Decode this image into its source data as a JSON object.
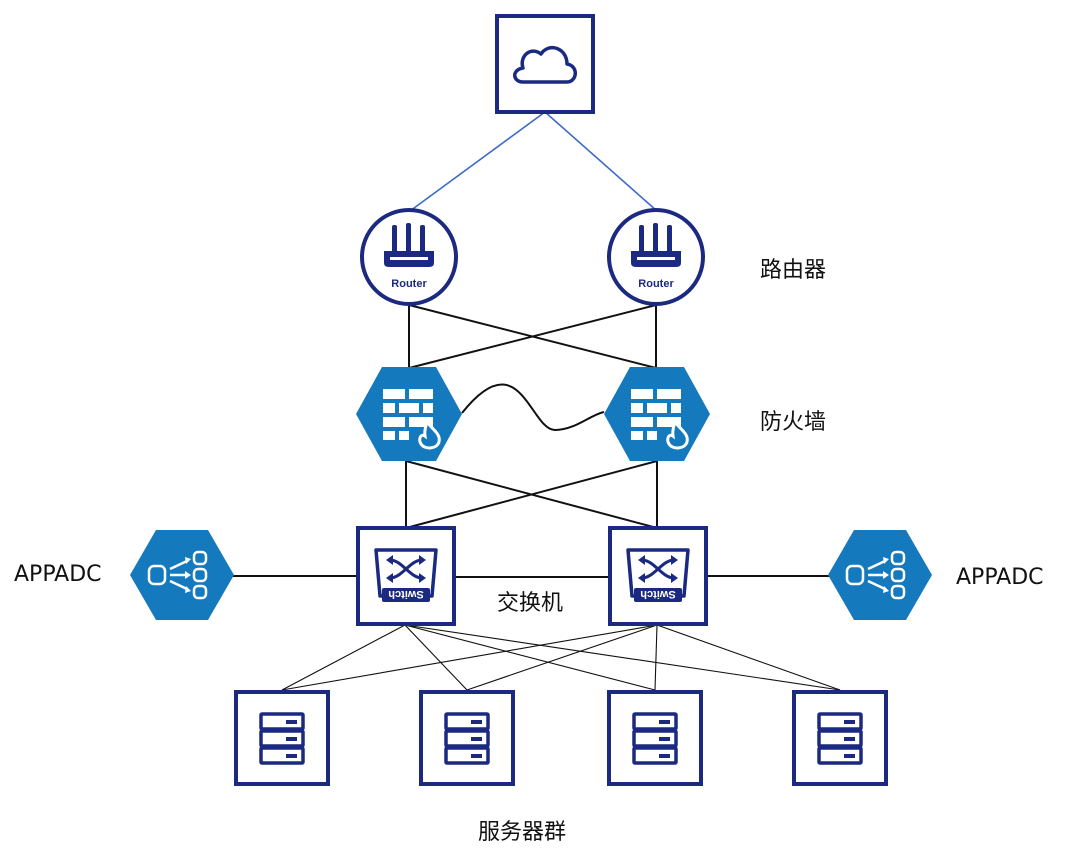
{
  "colors": {
    "navy": "#1b2a80",
    "hex_blue": "#1479bd",
    "cloud_link": "#3c6ac8",
    "line": "#111111"
  },
  "labels": {
    "router": "路由器",
    "firewall": "防火墙",
    "switch": "交换机",
    "appadc_left": "APPADC",
    "appadc_right": "APPADC",
    "servers": "服务器群"
  },
  "devices": {
    "cloud": {
      "icon": "cloud-icon"
    },
    "routers": [
      {
        "text": "Router",
        "icon": "router-icon"
      },
      {
        "text": "Router",
        "icon": "router-icon"
      }
    ],
    "firewalls": [
      {
        "icon": "firewall-icon"
      },
      {
        "icon": "firewall-icon"
      }
    ],
    "switches": [
      {
        "text": "Switch",
        "icon": "switch-icon"
      },
      {
        "text": "Switch",
        "icon": "switch-icon"
      }
    ],
    "appadcs": [
      {
        "icon": "load-balancer-icon"
      },
      {
        "icon": "load-balancer-icon"
      }
    ],
    "servers": [
      {
        "icon": "server-icon"
      },
      {
        "icon": "server-icon"
      },
      {
        "icon": "server-icon"
      },
      {
        "icon": "server-icon"
      }
    ]
  }
}
